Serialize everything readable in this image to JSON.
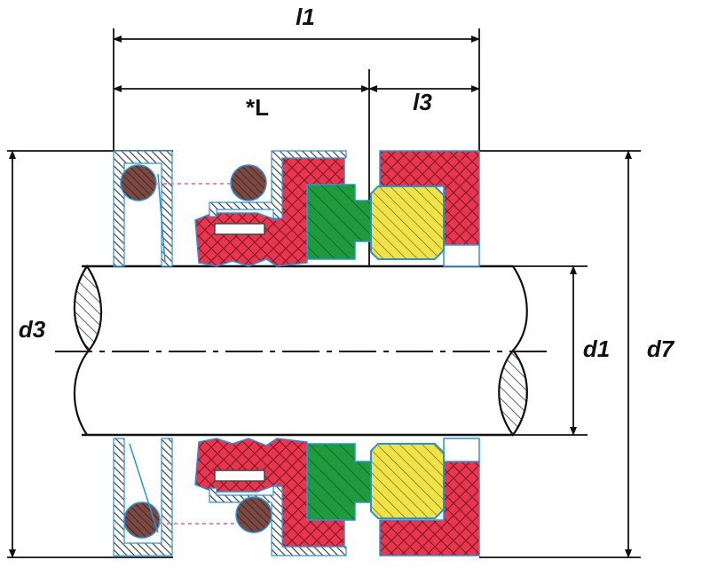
{
  "labels": {
    "l1": "l1",
    "L": "*L",
    "l3": "l3",
    "d3": "d3",
    "d1": "d1",
    "d7": "d7"
  },
  "colors": {
    "red": "#e8364f",
    "green": "#1f9a3c",
    "yellow": "#f2e24a",
    "brown": "#7a4a42",
    "outline": "#2a93d6",
    "steel": "#555a66",
    "line": "#111111"
  }
}
